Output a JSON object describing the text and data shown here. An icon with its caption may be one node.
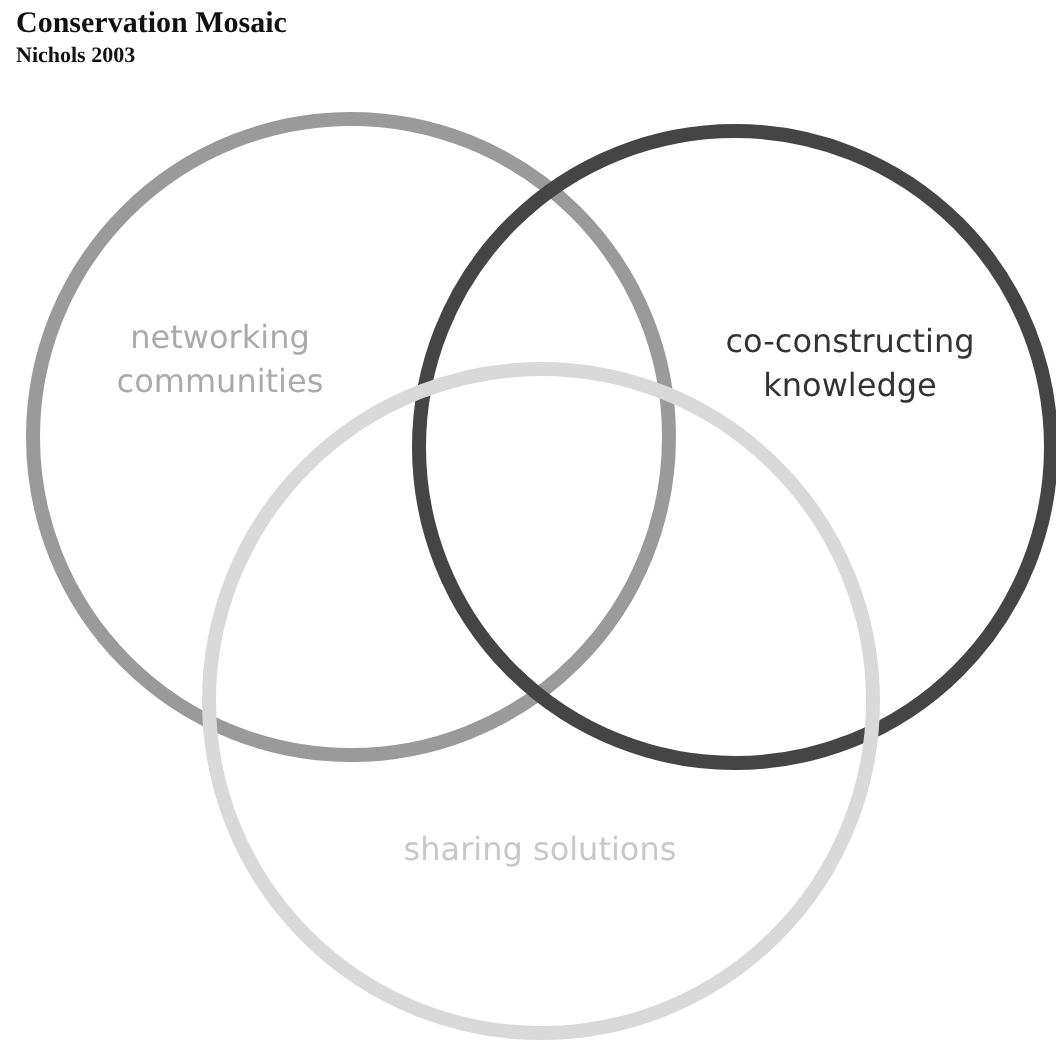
{
  "diagram": {
    "title": "Conservation Mosaic",
    "nodes": [
      {
        "text": [
          "networking communities"
        ]
      },
      {
        "text": [
          "co-constructing knowledge"
        ]
      },
      {
        "text": [
          "sharing solutions"
        ]
      }
    ],
    "labels": [
      "Nichols 2003"
    ]
  }
}
